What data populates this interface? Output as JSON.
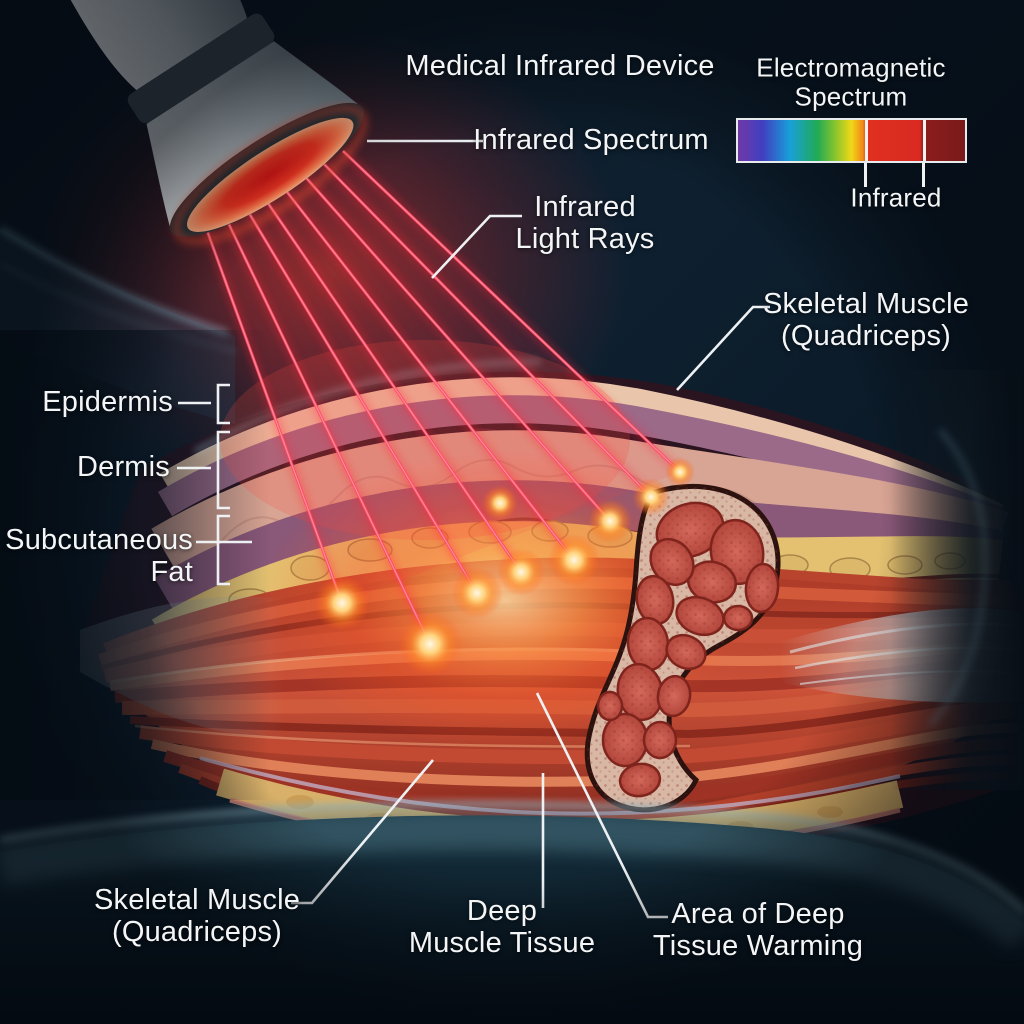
{
  "colors": {
    "background": "#0c1a28",
    "ray_red": "#ff3050",
    "glow_orange": "#ffc868",
    "muscle_red": "#c24a32",
    "fat_yellow": "#e0bd6e",
    "skin_blue": "#9fd0e4",
    "label_text": "#f3f5f6"
  },
  "header": {
    "device_title": "Medical Infrared Device",
    "infrared_spectrum_label": "Infrared Spectrum",
    "light_rays_label_line1": "Infrared",
    "light_rays_label_line2": "Light Rays"
  },
  "spectrum_legend": {
    "title_line1": "Electromagnetic",
    "title_line2": "Spectrum",
    "band_label": "Infrared",
    "segments": [
      {
        "name": "violet",
        "hex": "#7038a8"
      },
      {
        "name": "blue",
        "hex": "#4040c0"
      },
      {
        "name": "cyan",
        "hex": "#18a0d8"
      },
      {
        "name": "green",
        "hex": "#20aa55"
      },
      {
        "name": "yellow",
        "hex": "#f0d818"
      },
      {
        "name": "orange",
        "hex": "#f08818"
      },
      {
        "name": "red",
        "hex": "#d92a22"
      },
      {
        "name": "deep_red",
        "hex": "#8c1d1c"
      }
    ]
  },
  "tissue_labels": {
    "epidermis": "Epidermis",
    "dermis": "Dermis",
    "subcutaneous_line1": "Subcutaneous",
    "subcutaneous_line2": "Fat",
    "skeletal_muscle_top_line1": "Skeletal Muscle",
    "skeletal_muscle_top_line2": "(Quadriceps)",
    "skeletal_muscle_bottom_line1": "Skeletal Muscle",
    "skeletal_muscle_bottom_line2": "(Quadriceps)",
    "deep_muscle_line1": "Deep",
    "deep_muscle_line2": "Muscle Tissue",
    "warming_line1": "Area of Deep",
    "warming_line2": "Tissue Warming"
  }
}
